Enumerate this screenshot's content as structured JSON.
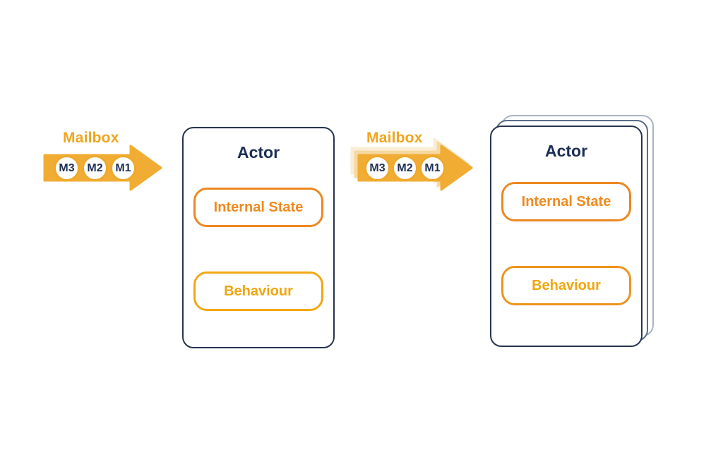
{
  "diagram": {
    "title_semantic": "Actor model with mailbox diagram",
    "groups": [
      {
        "mailbox_label": "Mailbox",
        "messages": [
          "M3",
          "M2",
          "M1"
        ],
        "actor": {
          "title": "Actor",
          "components": [
            "Internal State",
            "Behaviour"
          ]
        },
        "stacked": false
      },
      {
        "mailbox_label": "Mailbox",
        "messages": [
          "M3",
          "M2",
          "M1"
        ],
        "actor": {
          "title": "Actor",
          "components": [
            "Internal State",
            "Behaviour"
          ]
        },
        "stacked": true
      }
    ],
    "colors": {
      "background": "#FFFFFF",
      "amber_text": "#F0A51F",
      "arrow_fill": "#F0AC33",
      "arrow_echo": "#F5D9A0",
      "arrow_echo_light": "#FAEDD5",
      "circle_border": "#EFA92B",
      "navy_text": "#1C2E56",
      "message_text": "#1E3054",
      "card_border": "#263450",
      "stack_mid_border": "#5A6C89",
      "stack_back_border": "#A8B4C6",
      "internal_state_orange": "#ED8722",
      "behaviour_gold": "#F2A713"
    }
  }
}
